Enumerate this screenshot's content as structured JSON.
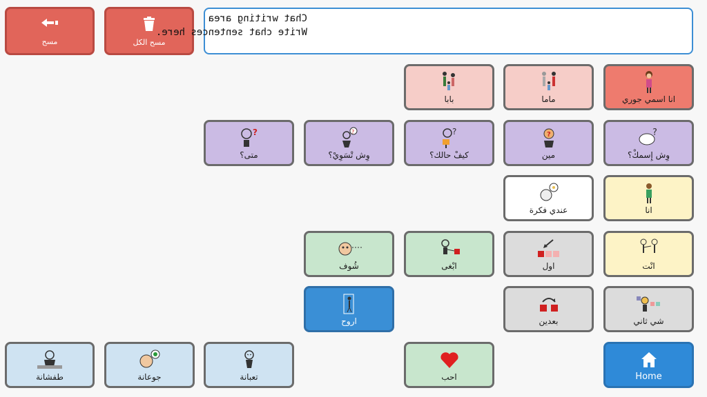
{
  "toolbar": {
    "delete_label": "مسح",
    "clear_all_label": "مسح الكل"
  },
  "message": {
    "line1": "Chat writing area",
    "line2": "Write chat sentences here."
  },
  "tiles": {
    "row1": [
      "بابا",
      "ماما",
      "انا اسمي جوري"
    ],
    "row2": [
      "متى؟",
      "وِش تْسَوِيْ؟",
      "كيفْ حالك؟",
      "مين",
      "وِش إِسمكْ؟"
    ],
    "row3": [
      "عندي فكرة",
      "انا"
    ],
    "row4": [
      "شُوف",
      "ابْغى",
      "اول",
      "انْت"
    ],
    "row5": [
      "اروح",
      "بعدين",
      "شي ثاني"
    ],
    "row6": [
      "طفشانة",
      "جوعانة",
      "تعبانة",
      "احب",
      "Home"
    ]
  },
  "colors": {
    "toolbar": "#e1655a",
    "message_border": "#3c8ed4",
    "home": "#2f8ad8"
  }
}
